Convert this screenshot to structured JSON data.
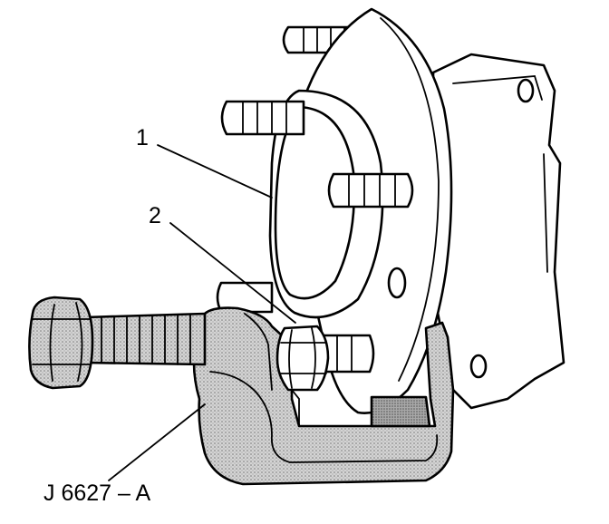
{
  "labels": {
    "callout_1": "1",
    "callout_2": "2",
    "tool_id": "J 6627 – A"
  },
  "colors": {
    "ink": "#000000",
    "paper": "#ffffff",
    "tool_fill": "#c6c6c6",
    "tool_dark": "#9a9a9a"
  }
}
